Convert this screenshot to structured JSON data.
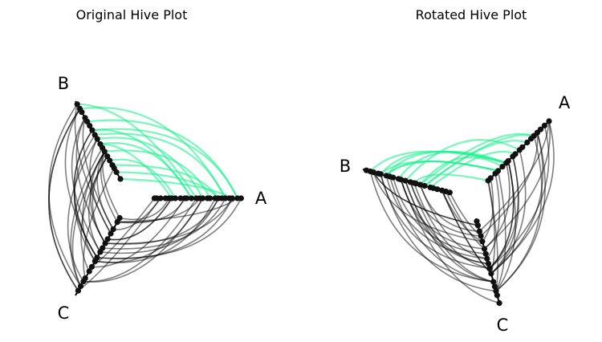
{
  "palette": {
    "highlight": "#1ef08f",
    "edge": "#000000",
    "node": "#111111"
  },
  "panels": [
    {
      "title": "Original Hive Plot",
      "axes": [
        {
          "label": "A",
          "highlighted": true,
          "nodes": 24
        },
        {
          "label": "B",
          "highlighted": true,
          "nodes": 18
        },
        {
          "label": "C",
          "highlighted": false,
          "nodes": 16
        }
      ],
      "edges": {
        "A-B": 14,
        "B-C": 24,
        "C-A": 20
      }
    },
    {
      "title": "Rotated Hive Plot",
      "axes": [
        {
          "label": "A",
          "highlighted": true,
          "nodes": 18
        },
        {
          "label": "B",
          "highlighted": true,
          "nodes": 22
        },
        {
          "label": "C",
          "highlighted": false,
          "nodes": 16
        }
      ],
      "edges": {
        "A-B": 14,
        "B-C": 24,
        "C-A": 20
      }
    }
  ]
}
